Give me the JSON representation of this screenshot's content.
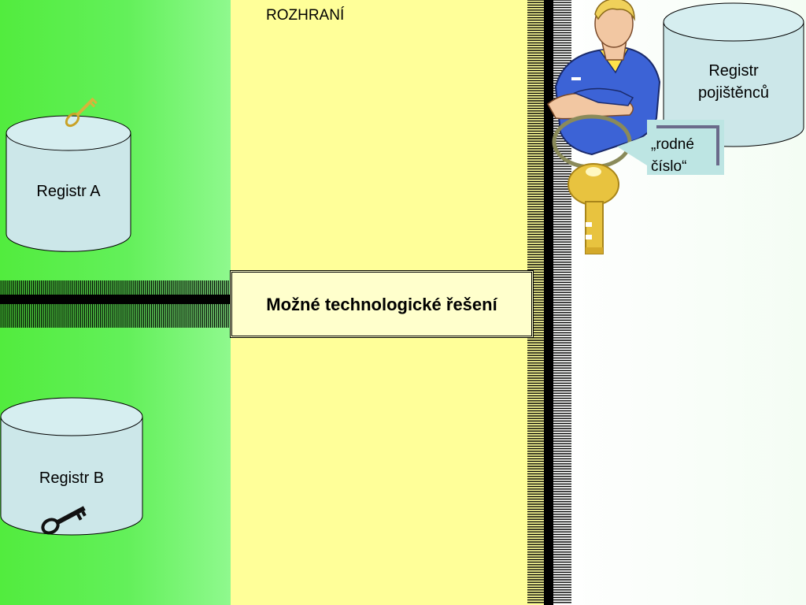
{
  "interface_label": "ROZHRANÍ",
  "databases": {
    "registr_a": "Registr A",
    "registr_b": "Registr B",
    "registr_pojistencu": "Registr pojištěnců"
  },
  "central_box": "Možné technologické řešení",
  "callout": "„rodné číslo“",
  "colors": {
    "green_zone": "#52ec3e",
    "yellow_zone": "#ffff99",
    "cylinder_fill": "#cce7e9",
    "callout_fill": "#bde5e3",
    "key_gold": "#e8c33f"
  },
  "icons": [
    "key-icon",
    "person-icon",
    "barrier-icon"
  ]
}
